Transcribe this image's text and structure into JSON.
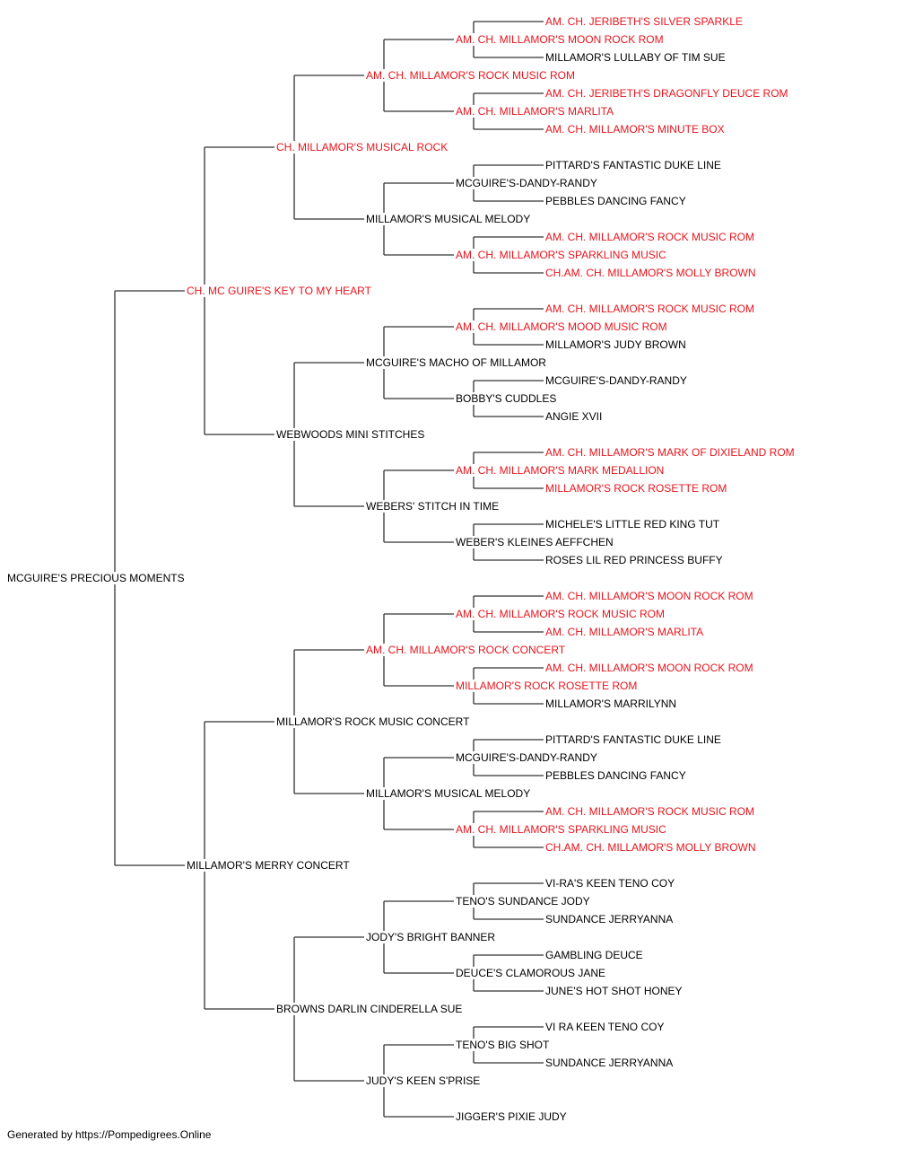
{
  "colors": {
    "champion": "#e8141c",
    "normal": "#000000",
    "line": "#333333"
  },
  "pedigree": {
    "name": "MCGUIRE'S PRECIOUS MOMENTS",
    "champion": false,
    "sire": {
      "name": "CH. MC GUIRE'S KEY TO MY HEART",
      "champion": true,
      "sire": {
        "name": "CH. MILLAMOR'S MUSICAL ROCK",
        "champion": true,
        "sire": {
          "name": "AM. CH. MILLAMOR'S ROCK MUSIC ROM",
          "champion": true,
          "sire": {
            "name": "AM. CH. MILLAMOR'S MOON ROCK ROM",
            "champion": true,
            "sire": {
              "name": "AM. CH. JERIBETH'S SILVER SPARKLE",
              "champion": true
            },
            "dam": {
              "name": "MILLAMOR'S LULLABY OF TIM SUE",
              "champion": false
            }
          },
          "dam": {
            "name": "AM. CH. MILLAMOR'S MARLITA",
            "champion": true,
            "sire": {
              "name": "AM. CH. JERIBETH'S DRAGONFLY DEUCE ROM",
              "champion": true
            },
            "dam": {
              "name": "AM. CH. MILLAMOR'S MINUTE BOX",
              "champion": true
            }
          }
        },
        "dam": {
          "name": "MILLAMOR'S MUSICAL MELODY",
          "champion": false,
          "sire": {
            "name": "MCGUIRE'S-DANDY-RANDY",
            "champion": false,
            "sire": {
              "name": "PITTARD'S FANTASTIC DUKE LINE",
              "champion": false
            },
            "dam": {
              "name": "PEBBLES DANCING FANCY",
              "champion": false
            }
          },
          "dam": {
            "name": "AM. CH. MILLAMOR'S SPARKLING MUSIC",
            "champion": true,
            "sire": {
              "name": "AM. CH. MILLAMOR'S ROCK MUSIC ROM",
              "champion": true
            },
            "dam": {
              "name": "CH.AM. CH. MILLAMOR'S MOLLY BROWN",
              "champion": true
            }
          }
        }
      },
      "dam": {
        "name": "WEBWOODS MINI STITCHES",
        "champion": false,
        "sire": {
          "name": "MCGUIRE'S MACHO OF MILLAMOR",
          "champion": false,
          "sire": {
            "name": "AM. CH. MILLAMOR'S MOOD MUSIC ROM",
            "champion": true,
            "sire": {
              "name": "AM. CH. MILLAMOR'S ROCK MUSIC ROM",
              "champion": true
            },
            "dam": {
              "name": "MILLAMOR'S JUDY BROWN",
              "champion": false
            }
          },
          "dam": {
            "name": "BOBBY'S CUDDLES",
            "champion": false,
            "sire": {
              "name": "MCGUIRE'S-DANDY-RANDY",
              "champion": false
            },
            "dam": {
              "name": "ANGIE XVII",
              "champion": false
            }
          }
        },
        "dam": {
          "name": "WEBERS' STITCH IN TIME",
          "champion": false,
          "sire": {
            "name": "AM. CH. MILLAMOR'S MARK MEDALLION",
            "champion": true,
            "sire": {
              "name": "AM. CH. MILLAMOR'S MARK OF DIXIELAND ROM",
              "champion": true
            },
            "dam": {
              "name": "MILLAMOR'S ROCK ROSETTE ROM",
              "champion": true
            }
          },
          "dam": {
            "name": "WEBER'S KLEINES AEFFCHEN",
            "champion": false,
            "sire": {
              "name": "MICHELE'S LITTLE RED KING TUT",
              "champion": false
            },
            "dam": {
              "name": "ROSES LIL RED PRINCESS BUFFY",
              "champion": false
            }
          }
        }
      }
    },
    "dam": {
      "name": "MILLAMOR'S MERRY CONCERT",
      "champion": false,
      "sire": {
        "name": "MILLAMOR'S ROCK MUSIC CONCERT",
        "champion": false,
        "sire": {
          "name": "AM. CH. MILLAMOR'S ROCK CONCERT",
          "champion": true,
          "sire": {
            "name": "AM. CH. MILLAMOR'S ROCK MUSIC ROM",
            "champion": true,
            "sire": {
              "name": "AM. CH. MILLAMOR'S MOON ROCK ROM",
              "champion": true
            },
            "dam": {
              "name": "AM. CH. MILLAMOR'S MARLITA",
              "champion": true
            }
          },
          "dam": {
            "name": "MILLAMOR'S ROCK ROSETTE ROM",
            "champion": true,
            "sire": {
              "name": "AM. CH. MILLAMOR'S MOON ROCK ROM",
              "champion": true
            },
            "dam": {
              "name": "MILLAMOR'S MARRILYNN",
              "champion": false
            }
          }
        },
        "dam": {
          "name": "MILLAMOR'S MUSICAL MELODY",
          "champion": false,
          "sire": {
            "name": "MCGUIRE'S-DANDY-RANDY",
            "champion": false,
            "sire": {
              "name": "PITTARD'S FANTASTIC DUKE LINE",
              "champion": false
            },
            "dam": {
              "name": "PEBBLES DANCING FANCY",
              "champion": false
            }
          },
          "dam": {
            "name": "AM. CH. MILLAMOR'S SPARKLING MUSIC",
            "champion": true,
            "sire": {
              "name": "AM. CH. MILLAMOR'S ROCK MUSIC ROM",
              "champion": true
            },
            "dam": {
              "name": "CH.AM. CH. MILLAMOR'S MOLLY BROWN",
              "champion": true
            }
          }
        }
      },
      "dam": {
        "name": "BROWNS DARLIN CINDERELLA SUE",
        "champion": false,
        "sire": {
          "name": "JODY'S BRIGHT BANNER",
          "champion": false,
          "sire": {
            "name": "TENO'S SUNDANCE JODY",
            "champion": false,
            "sire": {
              "name": "VI-RA'S KEEN TENO COY",
              "champion": false
            },
            "dam": {
              "name": "SUNDANCE JERRYANNA",
              "champion": false
            }
          },
          "dam": {
            "name": "DEUCE'S CLAMOROUS JANE",
            "champion": false,
            "sire": {
              "name": "GAMBLING DEUCE",
              "champion": false
            },
            "dam": {
              "name": "JUNE'S HOT SHOT HONEY",
              "champion": false
            }
          }
        },
        "dam": {
          "name": "JUDY'S KEEN S'PRISE",
          "champion": false,
          "sire": {
            "name": "TENO'S BIG SHOT",
            "champion": false,
            "sire": {
              "name": "VI RA KEEN TENO COY",
              "champion": false
            },
            "dam": {
              "name": "SUNDANCE JERRYANNA",
              "champion": false
            }
          },
          "dam": {
            "name": "JIGGER'S PIXIE JUDY",
            "champion": false
          }
        }
      }
    }
  },
  "footer": {
    "text": "Generated by https://Pompedigrees.Online"
  }
}
